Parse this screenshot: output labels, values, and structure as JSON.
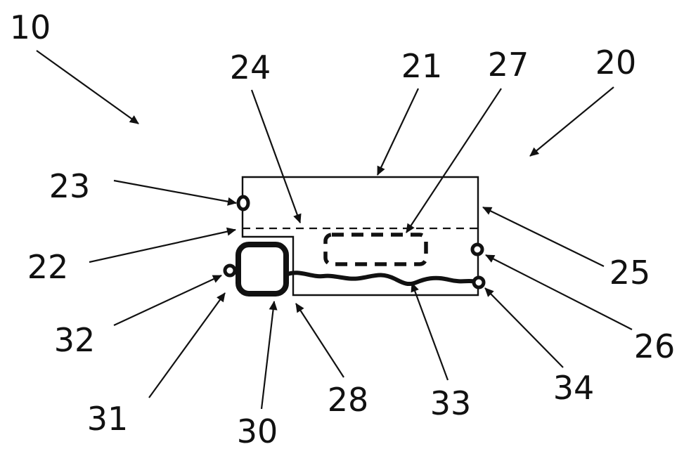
{
  "figure": {
    "type": "patent-line-drawing",
    "colors": {
      "ink": "#111111",
      "background": "#ffffff"
    },
    "labels": [
      {
        "id": "label-10",
        "text": "10"
      },
      {
        "id": "label-24",
        "text": "24"
      },
      {
        "id": "label-21",
        "text": "21"
      },
      {
        "id": "label-27",
        "text": "27"
      },
      {
        "id": "label-20",
        "text": "20"
      },
      {
        "id": "label-23",
        "text": "23"
      },
      {
        "id": "label-22",
        "text": "22"
      },
      {
        "id": "label-32",
        "text": "32"
      },
      {
        "id": "label-31",
        "text": "31"
      },
      {
        "id": "label-30",
        "text": "30"
      },
      {
        "id": "label-28",
        "text": "28"
      },
      {
        "id": "label-33",
        "text": "33"
      },
      {
        "id": "label-34",
        "text": "34"
      },
      {
        "id": "label-26",
        "text": "26"
      },
      {
        "id": "label-25",
        "text": "25"
      }
    ]
  }
}
